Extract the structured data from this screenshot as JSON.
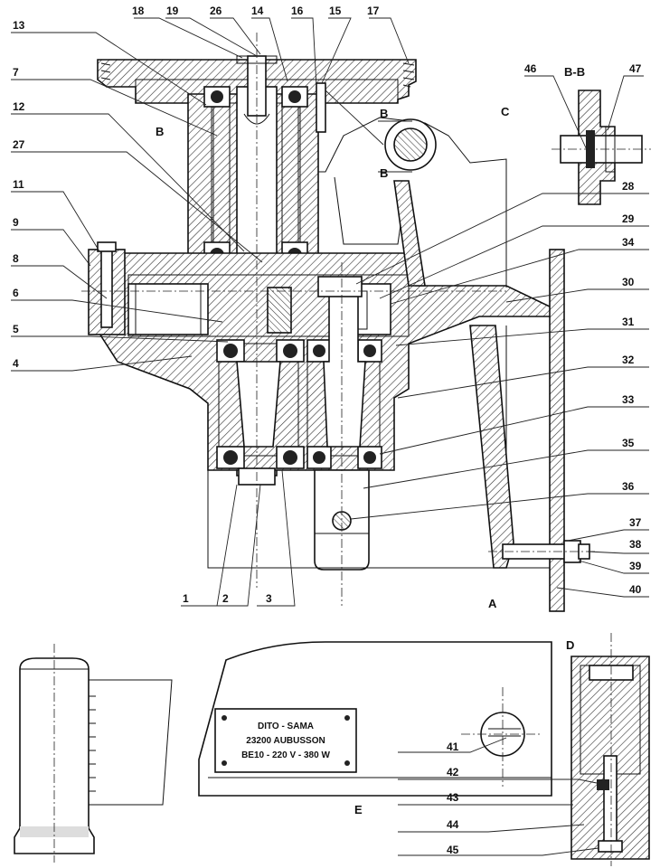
{
  "view_labels": [
    "A",
    "B",
    "C",
    "D",
    "E"
  ],
  "section_label": "B-B",
  "section_marks": [
    "B",
    "B"
  ],
  "nameplate": {
    "line1": "DITO - SAMA",
    "line2": "23200 AUBUSSON",
    "line3": "BE10 - 220 V - 380 W"
  },
  "callouts": [
    "1",
    "2",
    "3",
    "4",
    "5",
    "6",
    "7",
    "8",
    "9",
    "11",
    "12",
    "13",
    "14",
    "15",
    "16",
    "17",
    "18",
    "19",
    "26",
    "27",
    "28",
    "29",
    "30",
    "31",
    "32",
    "33",
    "34",
    "35",
    "36",
    "37",
    "38",
    "39",
    "40",
    "41",
    "42",
    "43",
    "44",
    "45",
    "46",
    "47"
  ],
  "colors": {
    "line": "#111111",
    "hatch": "#333333",
    "paper": "#ffffff"
  }
}
